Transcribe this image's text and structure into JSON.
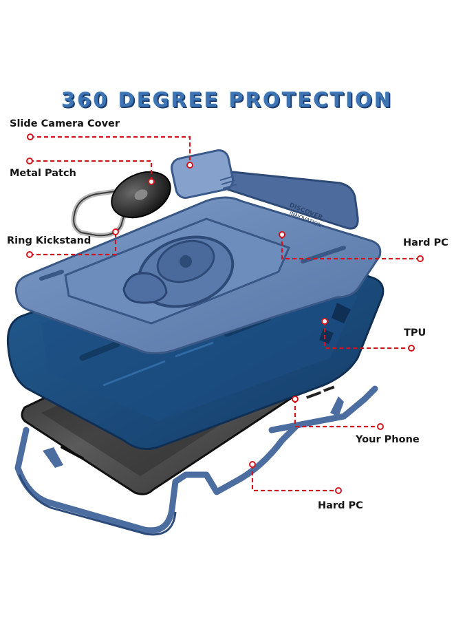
{
  "title": "360 DEGREE PROTECTION",
  "labels": {
    "slide_camera_cover": "Slide Camera Cover",
    "metal_patch": "Metal Patch",
    "ring_kickstand": "Ring Kickstand",
    "hard_pc_top": "Hard PC",
    "tpu": "TPU",
    "your_phone": "Your Phone",
    "hard_pc_bottom": "Hard PC"
  },
  "camera_cover_engraving": [
    "DISCOVER",
    "INNOVATION"
  ],
  "colors": {
    "title": "#3c74b4",
    "leader_line": "#d4141c",
    "hard_pc": "#5f80b0",
    "tpu": "#1b4a7c",
    "phone": "#3a3a3a"
  }
}
